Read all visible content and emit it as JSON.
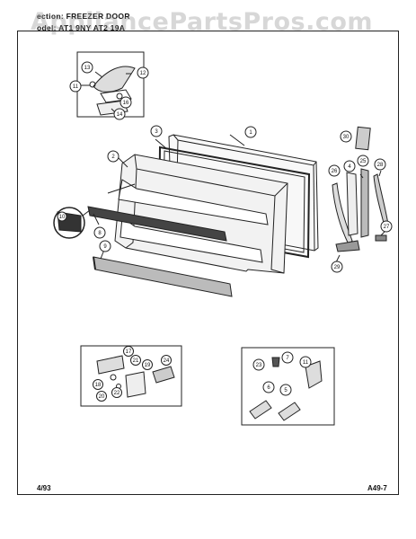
{
  "header": {
    "section_line": "ection:  FREEZER DOOR",
    "model_line": "odel:   AT1 9NY  AT2 19A"
  },
  "watermark": "AppliancePartsPros.com",
  "footer": {
    "date": "4/93",
    "page": "A49-7"
  },
  "callouts": [
    "1",
    "2",
    "3",
    "4",
    "5",
    "6",
    "7",
    "8",
    "9",
    "10",
    "11",
    "12",
    "13",
    "14",
    "15",
    "16",
    "17",
    "18",
    "19",
    "20",
    "21",
    "22",
    "23",
    "24",
    "25",
    "26",
    "27",
    "28",
    "29",
    "30"
  ]
}
